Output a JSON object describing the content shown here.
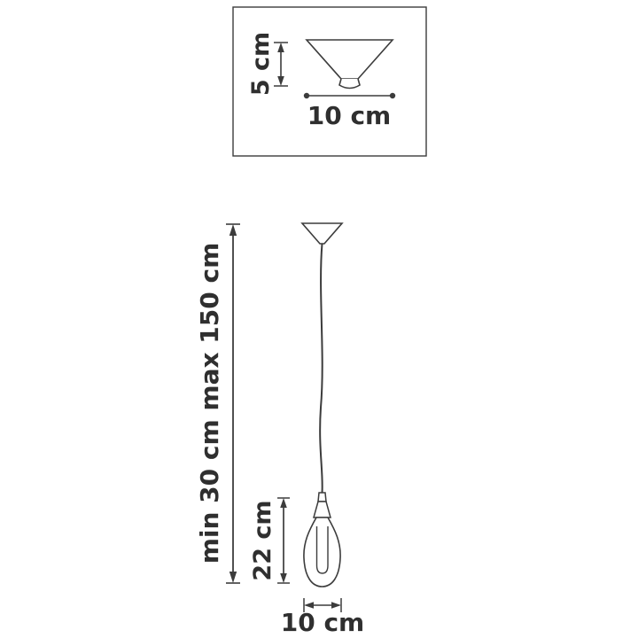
{
  "page": {
    "background_color": "#ffffff",
    "line_color": "#3c3c3c",
    "text_color": "#2f2f2f"
  },
  "detail_box": {
    "height_label": "5 cm",
    "width_label": "10 cm"
  },
  "pendant": {
    "suspension_label": "min 30 cm max 150 cm",
    "fixture_height_label": "22 cm",
    "fixture_width_label": "10 cm"
  }
}
